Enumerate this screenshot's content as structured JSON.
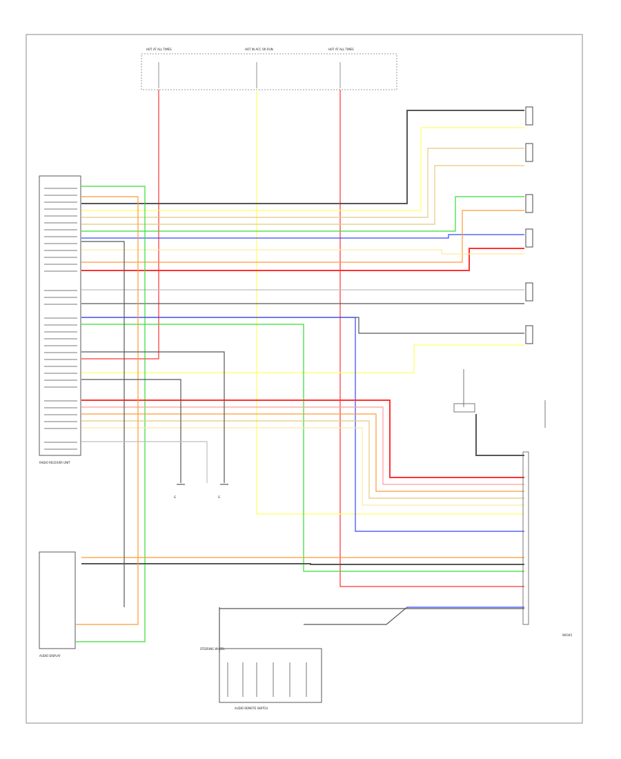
{
  "colors": {
    "frame": "#8a8a8a",
    "red": "#ff3030",
    "yellow": "#ffff60",
    "green": "#33dd33",
    "blue": "#3344ff",
    "orange": "#ff9933",
    "gray": "#555555",
    "light_gray": "#bdbdbd",
    "tan": "#e8c87a",
    "pale_yellow": "#ffe9a0",
    "pink": "#ff9a9a",
    "purple": "#7a3ea0"
  },
  "labels": {
    "fuse_top_left": "HOT AT ALL TIMES",
    "fuse_top_mid": "HOT IN ACC OR RUN",
    "fuse_top_right": "HOT AT ALL TIMES",
    "radio_module": "RADIO RECEIVER UNIT",
    "audio_display": "AUDIO DISPLAY",
    "audio_switch": "AUDIO REMOTE SWITCH",
    "steering_note": "STEERING WHEEL",
    "ground_left": "G",
    "ground_right": "G",
    "part_number": "W0345"
  },
  "icons": {
    "speaker": "speaker-icon",
    "ground": "ground-icon",
    "fuse": "fuse-icon"
  }
}
